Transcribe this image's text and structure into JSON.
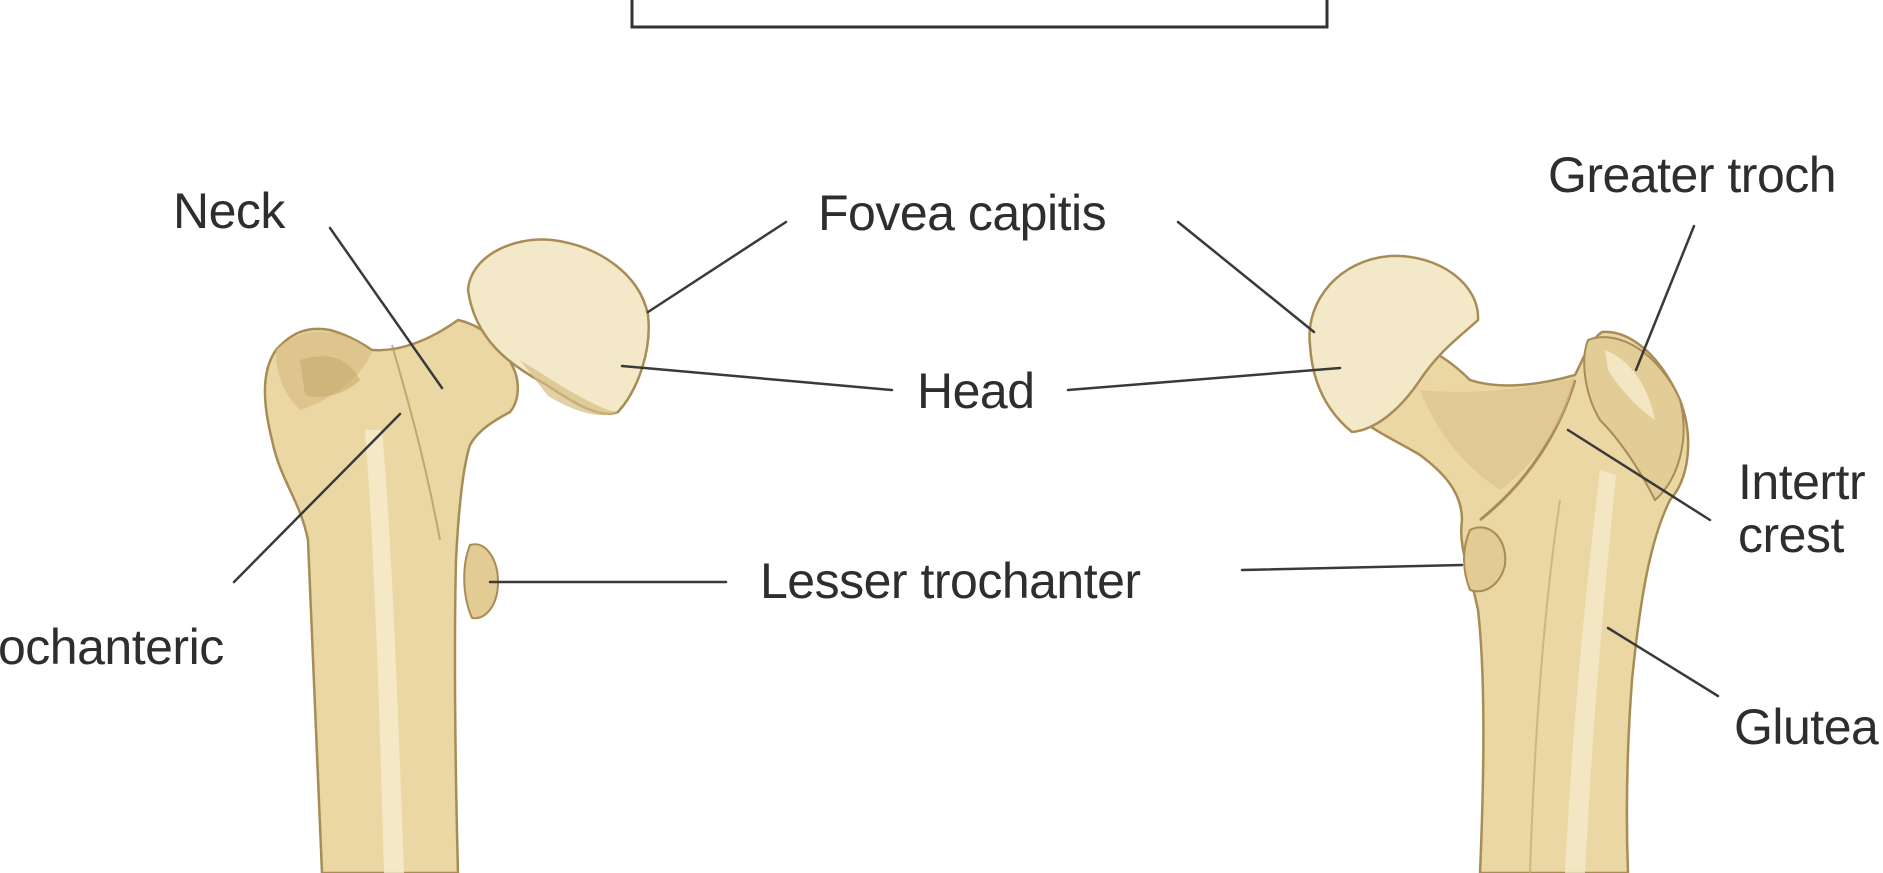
{
  "labels": {
    "neck": "Neck",
    "fovea_capitis": "Fovea capitis",
    "greater_trochanter": "Greater troch",
    "head": "Head",
    "intertrochanteric_crest": "Intertr\ncrest",
    "lesser_trochanter": "Lesser trochanter",
    "intertrochanteric_line": "ochanteric",
    "gluteal_tuberosity": "Glutea"
  },
  "colors": {
    "bone_fill": "#ead7a4",
    "bone_shadow": "#cfb57a",
    "bone_highlight": "#f6eccd",
    "head_fill": "#f3e9c8",
    "outline": "#a88c55",
    "leader": "#3a3a3a",
    "text": "#2e2e2e"
  }
}
